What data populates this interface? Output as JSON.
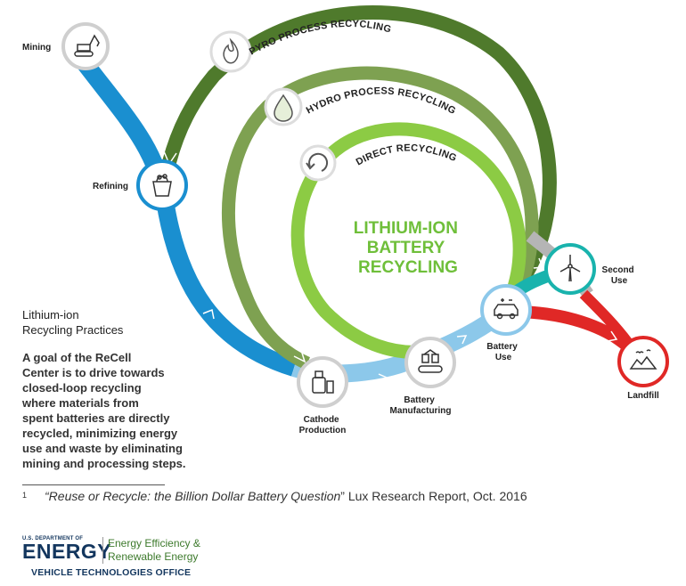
{
  "diagram": {
    "center_title": [
      "LITHIUM-ION",
      "BATTERY",
      "RECYCLING"
    ],
    "loops": {
      "pyro": "PYRO PROCESS RECYCLING",
      "hydro": "HYDRO PROCESS RECYCLING",
      "direct": "DIRECT RECYCLING"
    },
    "nodes": {
      "mining": "Mining",
      "refining": "Refining",
      "cathode": [
        "Cathode",
        "Production"
      ],
      "manufacturing": [
        "Battery",
        "Manufacturing"
      ],
      "battery_use": [
        "Battery",
        "Use"
      ],
      "second_use": [
        "Second",
        "Use"
      ],
      "landfill": "Landfill"
    },
    "colors": {
      "blue": "#1a8fd0",
      "blue_light": "#8cc8ea",
      "pyro": "#4f7a2c",
      "hydro": "#7ea151",
      "direct": "#8ccb44",
      "teal": "#19b3ad",
      "red": "#e02826",
      "gray": "#b5b5b5"
    },
    "icons": [
      "excavator-icon",
      "ore-bucket-icon",
      "flask-icon",
      "conveyor-icon",
      "electric-car-icon",
      "wind-turbine-icon",
      "landfill-icon",
      "flame-icon",
      "droplet-icon",
      "refresh-icon"
    ]
  },
  "panel": {
    "title_lines": [
      "Lithium-ion",
      "Recycling Practices"
    ],
    "body_lines": [
      "A goal of the ReCell",
      "Center is to drive towards",
      "closed-loop recycling",
      "where materials from",
      "spent batteries are directly",
      "recycled, minimizing energy",
      "use and waste by eliminating",
      "mining and processing steps."
    ]
  },
  "footnote": {
    "number": "1",
    "title": "“Reuse or Recycle: the Billion Dollar Battery Question",
    "rest": "” Lux Research Report, Oct. 2016"
  },
  "logo": {
    "dept": "U.S. DEPARTMENT OF",
    "energy": "ENERGY",
    "eere_line1": "Energy Efficiency &",
    "eere_line2": "Renewable Energy",
    "office": "VEHICLE TECHNOLOGIES OFFICE"
  }
}
